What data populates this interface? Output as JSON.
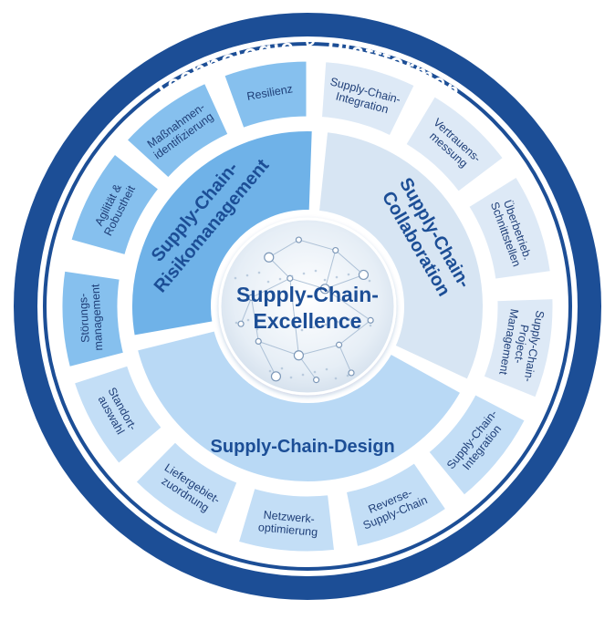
{
  "outer_ring": {
    "title": "Technologie & Plattformen"
  },
  "center": {
    "line1": "Supply-Chain-",
    "line2": "Excellence"
  },
  "pillars": {
    "risk": {
      "line1": "Supply-Chain-",
      "line2": "Risikomanagement"
    },
    "collab": {
      "line1": "Supply-Chain-",
      "line2": "Collaboration"
    },
    "design": {
      "line1": "Supply-Chain-Design"
    }
  },
  "segments": [
    {
      "key": "resilienz",
      "lines": [
        "Resilienz"
      ]
    },
    {
      "key": "massnahmen",
      "lines": [
        "Maßnahmen-",
        "identifizierung"
      ]
    },
    {
      "key": "agilitaet",
      "lines": [
        "Agilität &",
        "Robustheit"
      ]
    },
    {
      "key": "stoerung",
      "lines": [
        "Störungs-",
        "management"
      ]
    },
    {
      "key": "standort",
      "lines": [
        "Standort-",
        "auswahl"
      ]
    },
    {
      "key": "liefergebiet",
      "lines": [
        "Liefergebiet-",
        "zuordnung"
      ]
    },
    {
      "key": "netzwerk",
      "lines": [
        "Netzwerk-",
        "optimierung"
      ]
    },
    {
      "key": "reverse",
      "lines": [
        "Reverse-",
        "Supply-Chain"
      ]
    },
    {
      "key": "sci_design",
      "lines": [
        "Supply-Chain-",
        "Integration"
      ]
    },
    {
      "key": "project",
      "lines": [
        "Supply-Chain-",
        "Project-",
        "Management"
      ]
    },
    {
      "key": "schnitt",
      "lines": [
        "Überbetrieb.",
        "Schnittstellen"
      ]
    },
    {
      "key": "vertrauen",
      "lines": [
        "Vertrauens-",
        "messung"
      ]
    },
    {
      "key": "sci_collab",
      "lines": [
        "Supply-Chain-",
        "Integration"
      ]
    }
  ],
  "colors": {
    "ring_dark": "#1c4e96",
    "risk_fill": "#6fb2e8",
    "risk_seg": "#86c0ee",
    "collab_fill": "#d7e5f3",
    "collab_seg": "#dde9f6",
    "design_fill": "#b9d9f5",
    "design_seg": "#c3def6"
  }
}
